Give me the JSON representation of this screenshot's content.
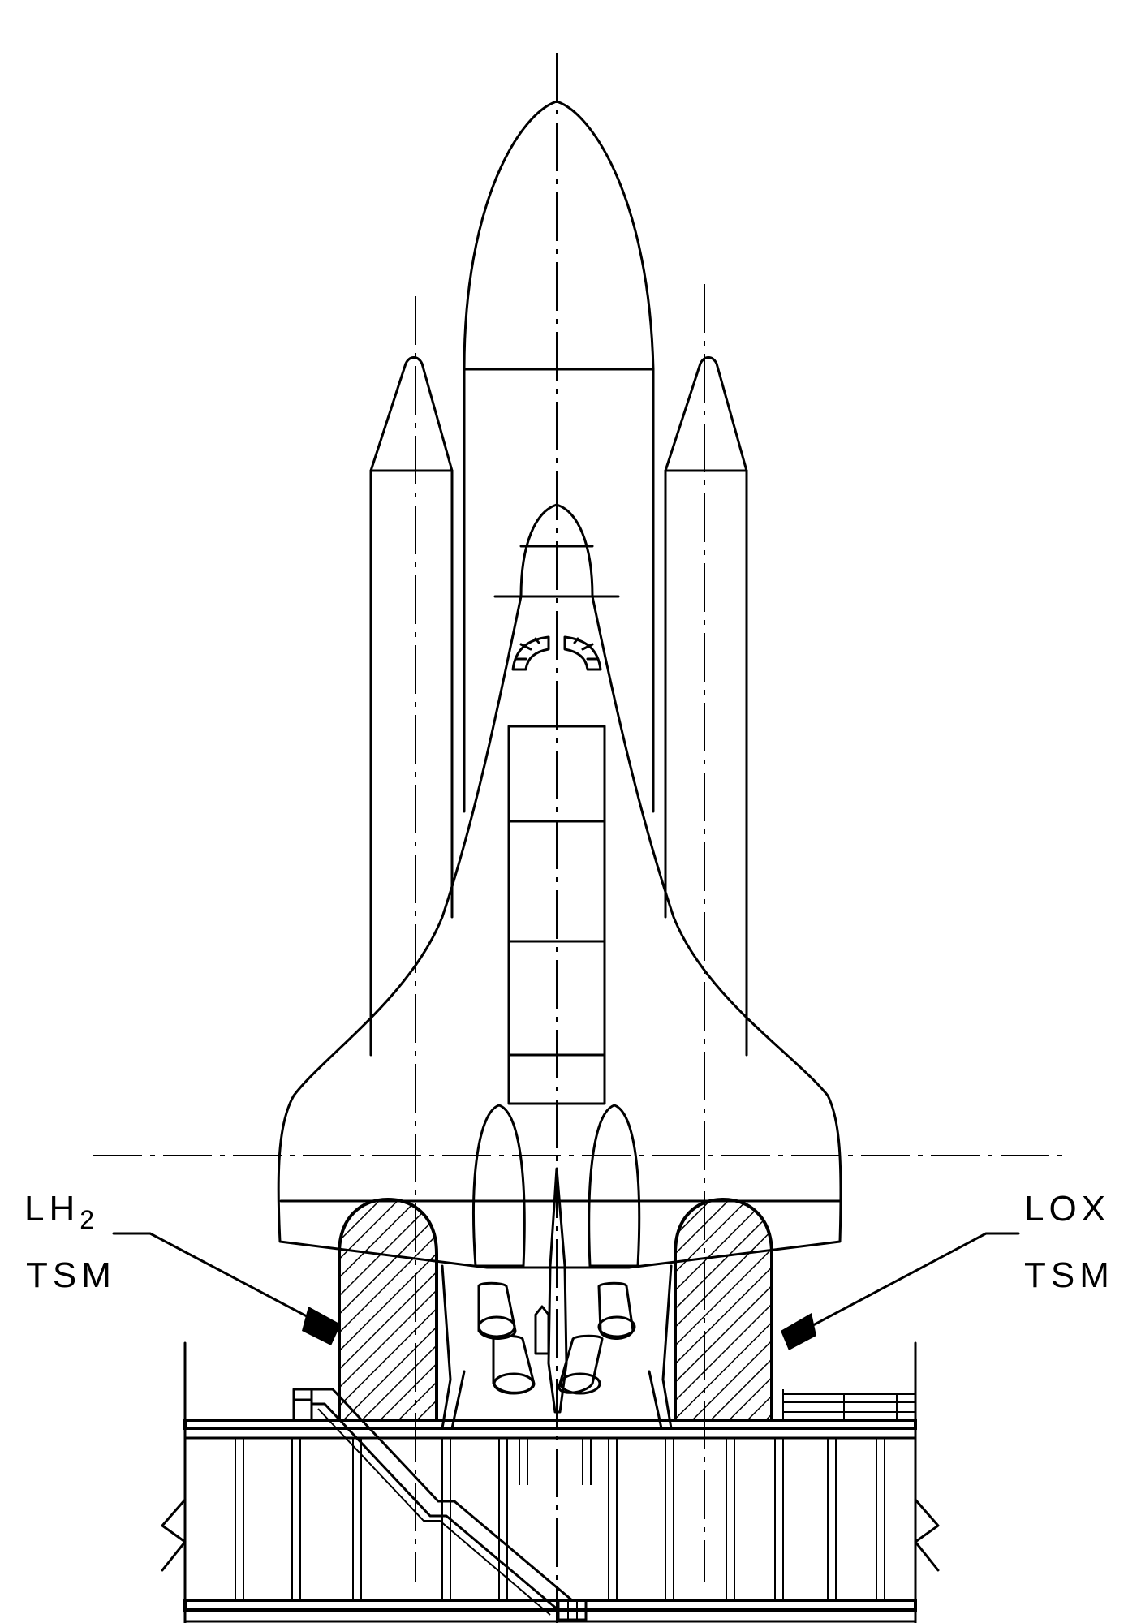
{
  "labels": {
    "lh2_name": "LH",
    "lh2_subscript": "2",
    "lh2_tsm": "TSM",
    "lox_name": "LOX",
    "lox_tsm": "TSM"
  },
  "colors": {
    "ink": "#000000",
    "background": "#ffffff"
  }
}
